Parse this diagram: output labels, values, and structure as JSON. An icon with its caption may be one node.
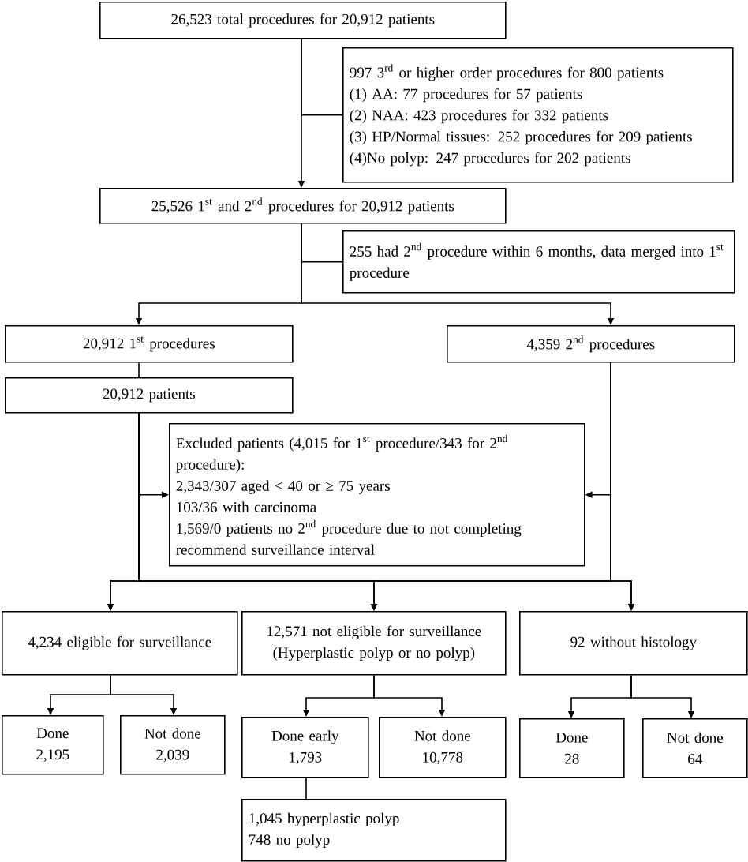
{
  "diagram": {
    "nodes": [
      {
        "text": [
          "26,523 total procedures for 20,912 patients"
        ]
      },
      {
        "text": [
          "997 3$^{rd}$ or higher order procedures for 800 patients",
          "(1) AA: 77 procedures for 57 patients",
          "(2) NAA: 423 procedures for 332 patients",
          "(3) HP/Normal tissues: 252 procedures for 209 patients",
          "(4)No polyp: 247 procedures for 202 patients"
        ]
      },
      {
        "text": [
          "25,526 1$^{st}$ and 2$^{nd}$ procedures for 20,912 patients"
        ]
      },
      {
        "text": [
          "255 had 2$^{nd}$ procedure within 6 months, data merged into 1$^{st}$ procedure"
        ]
      },
      {
        "text": [
          "20,912 1$^{st}$ procedures"
        ]
      },
      {
        "text": [
          "4,359 2$^{nd}$ procedures"
        ]
      },
      {
        "text": [
          "20,912 patients"
        ]
      },
      {
        "text": [
          "Excluded patients (4,015 for 1$^{st}$ procedure/343 for 2$^{nd}$ procedure):",
          "2,343/307 aged < 40 or ≥ 75 years",
          "103/36 with carcinoma",
          "1,569/0 patients no 2$^{nd}$ procedure due to not completing recommend surveillance interval"
        ]
      },
      {
        "text": [
          "4,234 eligible for surveillance"
        ]
      },
      {
        "text": [
          "12,571 not eligible for surveillance (Hyperplastic polyp or no polyp)"
        ]
      },
      {
        "text": [
          "92 without histology"
        ]
      },
      {
        "text": [
          "Done",
          "2,195"
        ]
      },
      {
        "text": [
          "Not done",
          "2,039"
        ]
      },
      {
        "text": [
          "Done early",
          "1,793"
        ]
      },
      {
        "text": [
          "Not done",
          "10,778"
        ]
      },
      {
        "text": [
          "Done",
          "28"
        ]
      },
      {
        "text": [
          "Not done",
          "64"
        ]
      },
      {
        "text": [
          "1,045 hyperplastic polyp",
          "748 no polyp"
        ]
      }
    ],
    "edges": [
      {
        "from": 0,
        "to": 2,
        "arrow": "to"
      },
      {
        "from": 0,
        "to": 1,
        "arrow": "none"
      },
      {
        "from": 2,
        "to": 3,
        "arrow": "none"
      },
      {
        "from": 2,
        "to": 4,
        "arrow": "to"
      },
      {
        "from": 2,
        "to": 5,
        "arrow": "to"
      },
      {
        "from": 4,
        "to": 6,
        "arrow": "none"
      },
      {
        "from": 6,
        "to": 7,
        "arrow": "to"
      },
      {
        "from": 5,
        "to": 7,
        "arrow": "to"
      },
      {
        "from": 6,
        "to": 8,
        "arrow": "to"
      },
      {
        "from": 6,
        "to": 9,
        "arrow": "to"
      },
      {
        "from": 6,
        "to": 10,
        "arrow": "to"
      },
      {
        "from": 5,
        "to": 8,
        "arrow": "to"
      },
      {
        "from": 5,
        "to": 9,
        "arrow": "to"
      },
      {
        "from": 5,
        "to": 10,
        "arrow": "to"
      },
      {
        "from": 8,
        "to": 11,
        "arrow": "to"
      },
      {
        "from": 8,
        "to": 12,
        "arrow": "to"
      },
      {
        "from": 9,
        "to": 13,
        "arrow": "to"
      },
      {
        "from": 9,
        "to": 14,
        "arrow": "to"
      },
      {
        "from": 10,
        "to": 15,
        "arrow": "to"
      },
      {
        "from": 10,
        "to": 16,
        "arrow": "to"
      },
      {
        "from": 13,
        "to": 17,
        "arrow": "none"
      }
    ]
  }
}
